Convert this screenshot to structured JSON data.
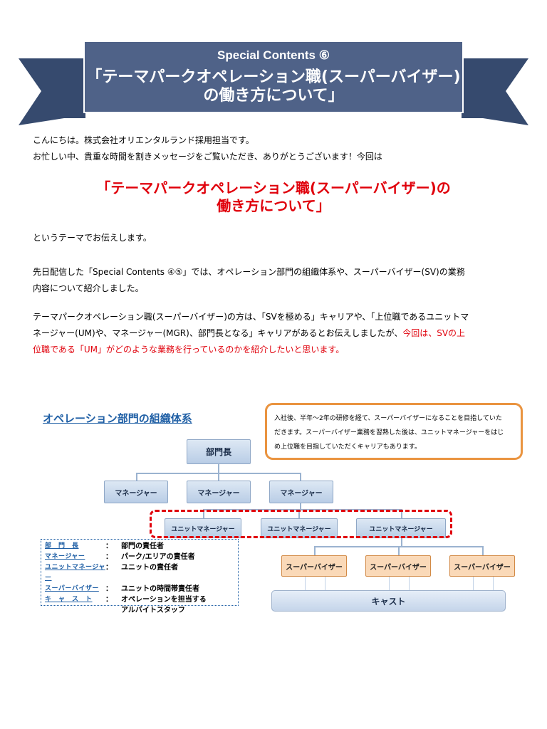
{
  "banner": {
    "subtitle": "Special Contents ⑥",
    "title_line1": "「テーマパークオペレーション職(スーパーバイザー)",
    "title_line2": "の働き方について」",
    "fill_color": "#4f6288",
    "ribbon_color": "#364a6e"
  },
  "intro": {
    "line1": "こんにちは。株式会社オリエンタルランド採用担当です。",
    "line2": "お忙しい中、貴重な時間を割きメッセージをご覧いただき、ありがとうございます！今回は"
  },
  "highlight": {
    "line1": "「テーマパークオペレーション職(スーパーバイザー)の",
    "line2": "働き方について」"
  },
  "theme_text": "というテーマでお伝えします。",
  "prev_text": {
    "line1": "先日配信した「Special Contents ④⑤」では、オペレーション部門の組織体系や、スーパーバイザー(SV)の業務",
    "line2": "内容について紹介しました。"
  },
  "career_text": {
    "line1": "テーマパークオペレーション職(スーパーバイザー)の方は、「SVを極める」キャリアや、「上位職であるユニットマ",
    "line2_black": "ネージャー(UM)や、マネージャー(MGR)、部門長となる」キャリアがあるとお伝えしましたが、",
    "line2_red": "今回は、SVの上",
    "line3_red": "位職である「UM」がどのような業務を行っているのかを紹介したいと思います。",
    "red_color": "#e0000b"
  },
  "org": {
    "title": "オペレーション部門の組織体系",
    "dept_head": "部門長",
    "managers": [
      "マネージャー",
      "マネージャー",
      "マネージャー"
    ],
    "unit_managers": [
      "ユニットマネージャー",
      "ユニットマネージャー",
      "ユニットマネージャー"
    ],
    "supervisors": [
      "スーパーバイザー",
      "スーパーバイザー",
      "スーパーバイザー"
    ],
    "cast": "キャスト",
    "note": {
      "line1": "入社後、半年～2年の研修を経て、スーパーバイザーになることを目指していた",
      "line2": "だきます。スーパーバイザー業務を習熟した後は、ユニットマネージャーをはじ",
      "line3": "め上位職を目指していただくキャリアもあります。"
    },
    "legend": [
      {
        "key": "部　門　長",
        "desc": "部門の責任者"
      },
      {
        "key": "マネージャー",
        "desc": "パーク/エリアの責任者"
      },
      {
        "key": "ユニットマネージャー",
        "desc": "ユニットの責任者"
      },
      {
        "key": "スーパーバイザー",
        "desc": "ユニットの時間帯責任者"
      },
      {
        "key": "キ　ャ　ス　ト",
        "desc": "オペレーションを担当する"
      },
      {
        "key": "",
        "desc": "アルバイトスタッフ"
      }
    ],
    "legend_colon": "："
  }
}
